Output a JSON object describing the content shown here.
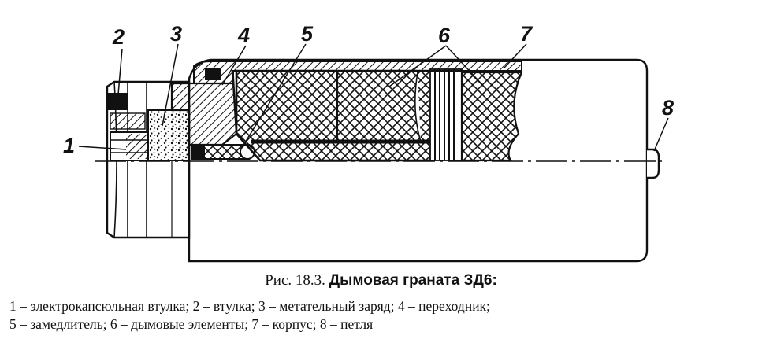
{
  "figure": {
    "callouts": [
      "1",
      "2",
      "3",
      "4",
      "5",
      "6",
      "7",
      "8"
    ]
  },
  "caption": {
    "prefix": "Рис. 18.3. ",
    "title": "Дымовая граната ЗД6:"
  },
  "legend": {
    "line1": "1 – электрокапсюльная втулка; 2 – втулка; 3 – метательный заряд; 4 – переходник;",
    "line2": "5 – замедлитель; 6 – дымовые элементы; 7 – корпус; 8 – петля"
  }
}
